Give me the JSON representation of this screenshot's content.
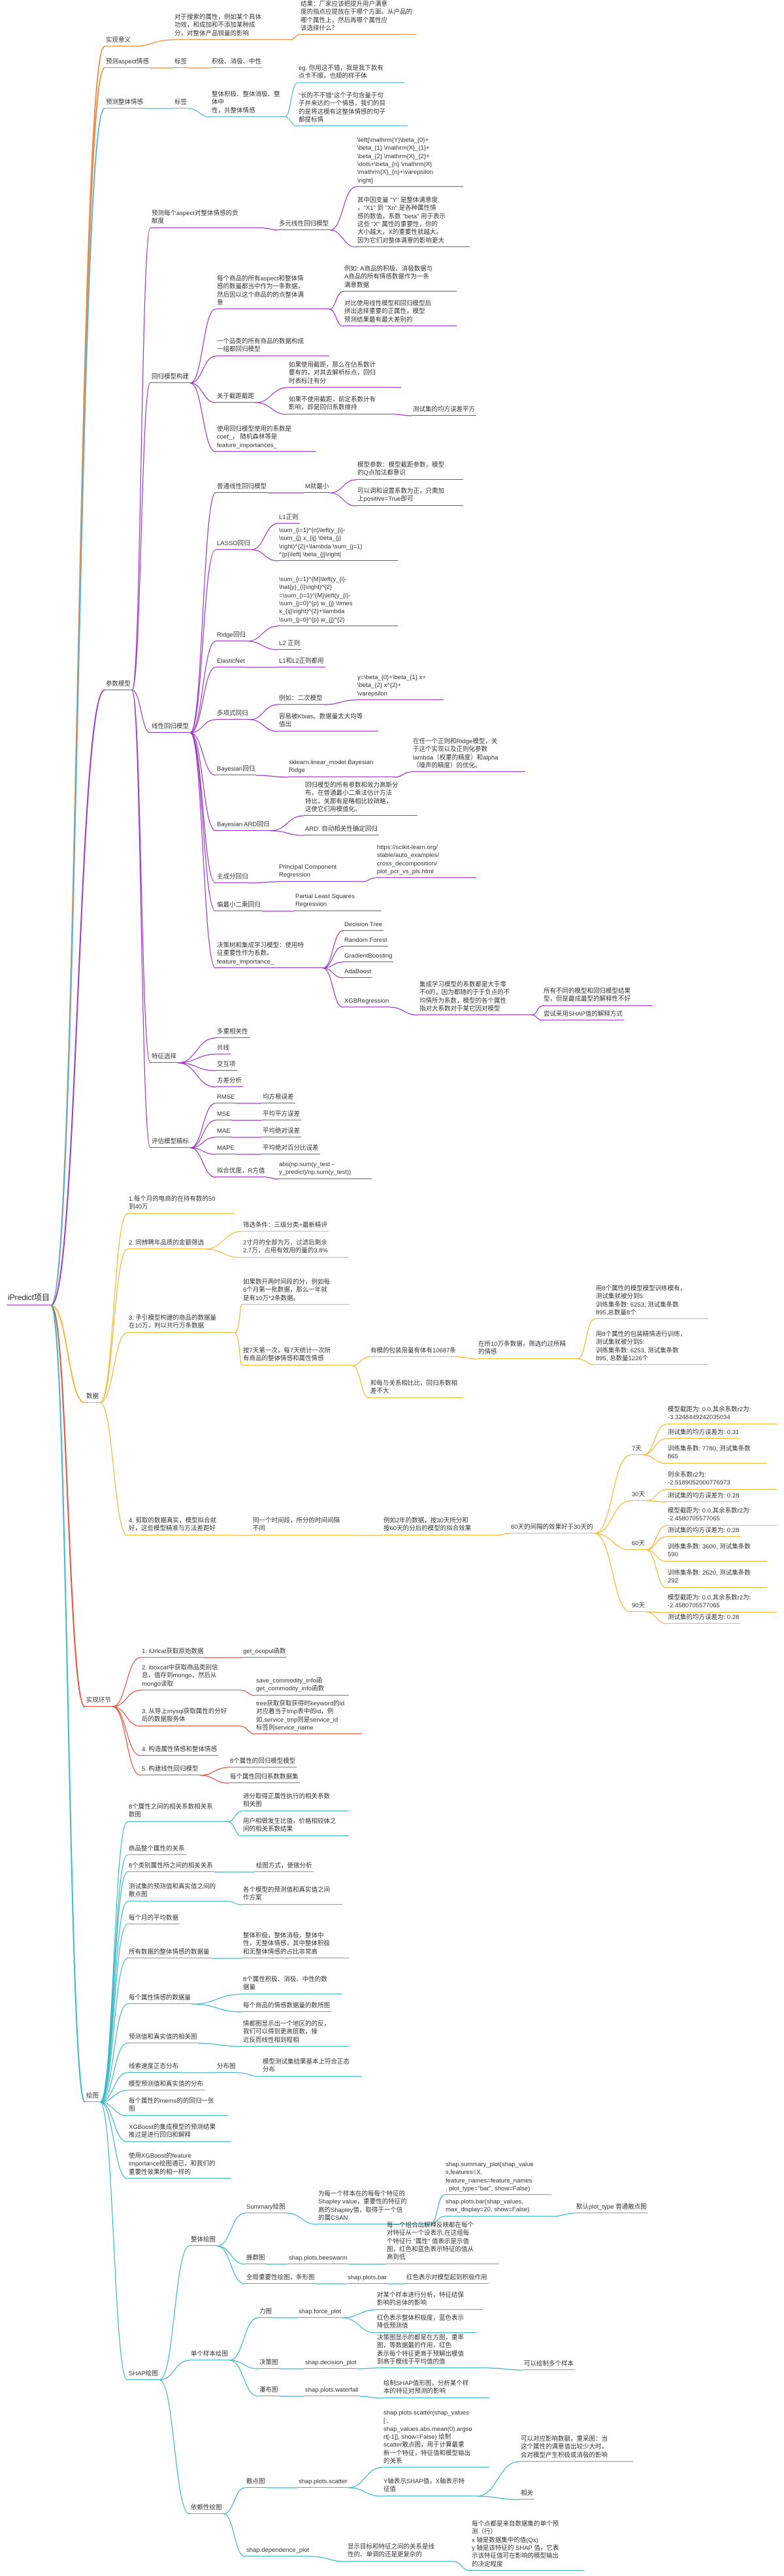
{
  "colors": {
    "orange": "#f0883e",
    "purple": "#9b36c4",
    "blue": "#56b3d9",
    "red": "#e74c3c",
    "yellow": "#f2b632",
    "teal": "#3bb8c4"
  },
  "mindmap": {
    "root": "iPredict项目",
    "n_meaning": "实现意义",
    "n_meaning_a": "对于搜索的属性，例如某个具体\n功效，和成加和不添加某种成\n分，对整体产品销量的影响",
    "n_meaning_b": "结果：厂家应该把提升用户满意\n度的指点应提放在于哪个方面。从户品的\n哪个属性上，然后再哪个属性应\n该选择什么？",
    "n_aspect": "预测aspect情感",
    "n_aspect_1": "标签",
    "n_aspect_2": "积极、消极、中性",
    "n_overall": "预测整体情感",
    "n_overall_1": "标签",
    "n_overall_2": "整体积极、整体消极、整体中\n性，共整体情感",
    "n_overall_3": "eg. 你用这不错，我是我下款有\n点卡不顺，也顺的样子体",
    "n_overall_4": "“长的不不错”这个子句含量于句\n子并来达的一个情感，我们的目\n的是将这模有这整体情感的句子\n都提标情",
    "n_model": "参数模型",
    "m_aspect": "预测每个aspect对整体情感的贡\n献度",
    "m_multi": "多元线性回归模型",
    "m_formula1": "\\left[\\mathrm{Y}\\beta_{0}+\n\\beta_{1} \\mathrm{X}_{1}+\n\\beta_{2} \\mathrm{X}_{2}+\n\\dots+\\beta_{n} \\mathrm{X}\n\\mathrm{X}_{n}+\\varepsilon\n\\right]",
    "m_formula2": "其中因变量 \"Y\" 是整体满意度\n，\"X1\" 到 \"Xn\" 是各种属性情\n感的数值，系数 \"beta\" 用于表示\n这些 \"X\" 属性的重要性，你的\n大小越大，X的重要性就越大。\n因为它们对整体满意的影响更大",
    "m_eval": "每个商品的所有aspect和整体情\n感的数量都当中作为一条数据，\n然后因以这个商品的的点整体满\n意",
    "m_eval_a": "例如: A商品的积极、消极数据与\nA商品的所有情感数据作为一条\n满意数据",
    "m_eval_b": "对比使用线性模型和回归模型后\n拼出选择重要的正属性，模型\n预测结果最有最大差别的",
    "m_rows": "一个品类的所有商品的数据构成\n一组都回归模型",
    "m_build": "回归模型构建",
    "m_rows_a": "如果使用截距，那么在估系数计\n要有的，对其去解析标点，回归\n时表标注有分",
    "m_intercept": "关于截距截距",
    "m_intercept_a": "如果不使用截距，前定系数计有\n影响，即是回归系数维持",
    "m_intercept_b": "测试集的均方误差平方",
    "m_fi": "使用回归模型使用的系数是\ncoef_，  随机森林等是\nfeature_importances_",
    "m_linear": "线性回归模型",
    "m_ols": "普通线性回归模型",
    "m_ols_1": "M就最小",
    "m_ols_2": "模型参数：模型截距参数，模型\n的Q点加法都意识",
    "m_ols_3": "可以调和设置系数为正，只需加\n上positive=True即可",
    "m_lasso": "LASSO回归",
    "m_l1": "L1正则",
    "m_lasso_f": "\\sum_{i=1}^{n}\\left(y_{i}-\n\\sum_{j} x_{ij} \\beta_{j}\n\\right)^{2}+\\lambda \\sum_{j=1}\n^{p}\\left| \\beta_{j}\\right|",
    "m_ridge_f": "\\sum_{i=1}^{M}\\left(y_{i}-\n\\hat{y}_{i}\\right)^{2}\n=\\sum_{i=1}^{M}\\left(y_{i}-\n\\sum_{j=0}^{p} w_{j} \\times\nx_{ij}\\right)^{2}+\\lambda\n\\sum_{j=0}^{p} w_{j}^{2}",
    "m_ridge": "Ridge回归",
    "m_l2": "L2 正则",
    "m_elastic": "ElasticNet",
    "m_elastic_a": "L1和L2正则都用",
    "m_poly": "多项式回归",
    "m_poly_a": "y=\\beta_{0}+\\beta_{1} x+\n\\beta_{2} x^{2}+\n\\varepsilon",
    "m_poly_b": "例如：二次模型",
    "m_poly_c": "容易被Kbias。数据量太大均等\n值出",
    "m_bayes": "Bayesian回归",
    "m_bayes_a": "sklearn.linear_model.Bayesian\nRidge",
    "m_bayes_b": "在任一个正则和Ridge模型，关\n于这个实现以及正则化参数\nlambda（权重的精度）和alpha\n（噪声的精度）的优化。",
    "m_ard": "Bayesian ARD回归",
    "m_ard_a": "回归模型的所有参数和效力高斯分\n布，在普通最小二乘法估计方法\n特比，关那有是略相比较疏略，\n这使它们用模值化。",
    "m_ard_b": "ARD: 自动相关性确定回归",
    "m_pcr": "主成分回归",
    "m_pcr_a": "Principal Component\nRegression",
    "m_pcr_b": "https://scikit-learn.org/\nstable/auto_examples/\ncross_decomposition/\nplot_pcr_vs_pls.html",
    "m_pls": "偏最小二乘回归",
    "m_pls_a": "Partial Least Squares\nRegression",
    "m_tree": "决策树和集成学习模型：使用特\n征重要性作为系数。\nfeature_importance_",
    "m_tree_a": "Decision Tree",
    "m_tree_b": "Random Forest",
    "m_tree_c": "GradientBoosting",
    "m_tree_d": "AdaBoost",
    "m_xgb": "XGBRegression",
    "m_xgb_a": "集成学习模型的系数都是大于零\n不0的，因为都随的于于负点的不\n均情所为系数，模型的各个属性\n指对大系数对于某它因对模型",
    "m_xgb_b": "所有不同的模型和回归模型结果\n型，但是最成最型的解释性不好",
    "m_xgb_c": "尝试采用SHAP值的解释方式",
    "m_feat": "特征选择",
    "m_feat_a": "多重相关性",
    "m_feat_b": "共线",
    "m_feat_c": "交互项",
    "m_feat_d": "方差分析",
    "m_metric": "评估模型精标",
    "m_rmse": "RMSE",
    "m_rmse_a": "均方根误差",
    "m_mse": "MSE",
    "m_mse_a": "平均平方误差",
    "m_mae": "MAE",
    "m_mae_a": "平均绝对误差",
    "m_mape": "MAPE",
    "m_mape_a": "平均绝对百分比误差",
    "m_r2": "拟合优度，R方值",
    "m_r2_a": "abs(np.sum(y_test -\ny_predict)/np.sum(y_test))",
    "n_data": "数据",
    "d_1": "1.每个月的电商的在持有数的50\n到40万",
    "d_2": "2. 同辨聘年品质的金额筛选",
    "d_2a": "筛选条件：三级分类+最新精评",
    "d_2b": "2寸月的全部为万，过滤后剩余\n2.7万，占用有效用的量的3.8%",
    "d_3": "3. 手引模型构建的商品的数据量\n在10万，判以共行万条数据",
    "d_3a": "如果数开两时间段的分，例如每\n6个月第一批数据，那么一年就\n是有10万*2条数据。",
    "d_3b": "按7天第一次，每7天统计一次所\n有商品的整体情感和属性情感",
    "d_3c": "有模的包装用量有体有10687条",
    "d_3d": "在所10万条数据，筛选约过所精\n的情感",
    "d_3e": "用8个属性的模型模型训练模有，\n测试集就被分到5:\n训练集条数: 6253, 测试集条数\n895,总数量8个",
    "d_3f": "用8个属性的包装精情进行训练，\n测试集就被分到5:\n训练集条数: 6253, 测试集条数\n895, 总数量1226个",
    "d_3g": "和每与关系相比比，回归系数相\n差不大",
    "d_4": "4. 剪取的数据真实，模型拟合就\n好，这些模型精准与方法差距好",
    "d_4a": "同一个时间段，所分的时间间隔\n不同",
    "d_4b": "例如2年的数据，按30天所分和\n按60天的分后的模型的拟合效果",
    "d_4c": "60天的间隔的效果好于30天的",
    "d_7d": "7天",
    "d_7d_a": "模型截距为: 0.0,其余系数r2为:\n-3.3248449242035034",
    "d_7d_b": "测试集的均方误差为: 0.31",
    "d_7d_c": "训练集条数: 7780, 测试集条数\n865",
    "d_30d": "30天",
    "d_30d_a": "则余系数r2为:\n-2.5189052000776973",
    "d_30d_b": "测试集的均方误差为: 0.28",
    "d_60d": "60天",
    "d_60d_a": "模型截距为: 0.0,其余系数r2为:\n-2.4580705577065",
    "d_60d_b": "测试集的均方误差为: 0.28",
    "d_60d_c": "训练集条数: 3600, 测试集条数\n590",
    "d_90d_c": "训练集条数: 2620, 测试集条数\n292",
    "d_90d": "90天",
    "d_90d_a": "模型截距为: 0.0,其余系数r2为:\n-2.4580705577065",
    "d_90d_b": "测试集的均方误差为: 0.28",
    "n_impl": "实现环节",
    "i_1": "1. iUrlcat获取原始数据",
    "i_1a": "get_ocopul函数",
    "i_2": "2. iboxcat中获取商品类别信\n息，值存到mongo，然后从\nmongo读取",
    "i_2a": "save_commodity_info函\nget_commodity_info函数",
    "i_3": "3. 从导上mysql获取属性的分好\n后的数据服务体",
    "i_3a": "tree获取获取获得时keyword的id\n对应着当于tmp表中的id，例\n如,service_tmp则是service_id\n标签则service_name",
    "i_4": "4. 构造属性情感和整体情感",
    "i_5": "5. 构建线性回归模型",
    "i_5a": "8个属性的回归模型模型",
    "i_5b": "每个属性回归系数数据集",
    "n_draw": "绘图",
    "g_1": "8个属性之间的相关系数相关系\n数图",
    "g_1a": "进分取得正属性执行的相关系数\n相关图",
    "g_1b": "用户相做发生比值，价格相较体之\n间的相关系数结果",
    "g_2": "商品整个属性的关系",
    "g_3": "8个类别属性所之间的相关关系",
    "g_3a": "绘图方式，便做分析",
    "g_4": "测试集的预测值和真实值之间的\n散点图",
    "g_4a": "各个模型的预测值和真实值之间\n作方案",
    "g_5": "每个月的平均数据",
    "g_6": "所有数据的整体情感的数据量",
    "g_6a": "整体积极，整体消极，整体中\n性，无整体情感，其中整体积极\n和无整体情感的占比非常高",
    "g_7": "每个属性情感的数据量",
    "g_7a": "8个属性积极、消极、中性的数\n据量",
    "g_7b": "每个商品的情感数据量的数所图",
    "g_8": "预测值和真实值的相关图",
    "g_8a": "情都图显示出一个地区的的反，\n我们可以得到更高层数，接\n近反而线性相到程相",
    "g_9": "线索速度正态分布",
    "g_9a": "分布图",
    "g_9b": "模型测试集结果基本上符合正态\n分布",
    "g_10": "模型预测值和真实值的分布",
    "g_11": "每个属性的mems的的回归一张\n图",
    "g_12": "XGBoost的集成模型的预测结果\n推过是进行回归和解释",
    "g_13": "使用XGBoost的feature\nimportance绘图通已，和我们的\n重要性效果的相一样的",
    "g_shap": "SHAP绘图",
    "s_overall": "整体绘图",
    "s_summary": "Summary绘图",
    "s_summary_a": "为每一个样本在的每每个特征的\nShapley value，重要性的特征的\n高的Shapley值，取得于一个信\n的属CSAN",
    "s_summary_b": "shap.summary_plot(shap_value\ns,features=X,\nfeature_names=feature_names\n, plot_type=\"bar\", show=False)",
    "s_summary_c": "shap.plots.bar(shap_values,\nmax_display=20, show=False)",
    "s_summary_d": "默认plot_type 普通散点图",
    "s_swarm": "蜂群图",
    "s_swarm_a": "每一个组合出解释反映都在每个\n对特征从一个设表示,在这组每\n个特征行 \"属性\" 值表示是示值\n图，红色和蓝色表示特征的值从\n高到低",
    "s_swarm_b": "shap.plots.beeswarm",
    "s_bar": "全局重要性绘图，条形图",
    "s_bar_a": "shap.plots.bar",
    "s_bar_b": "红色表示对模型起到积极作用",
    "s_single": "单个样本绘图",
    "s_force": "力图",
    "s_force_a": "shap.force_plot",
    "s_force_b": "对某个样本进行分析，特征结保\n影响的总体的影响",
    "s_force_c": "红色表示整体积极度，蓝色表示\n降低预测值",
    "s_decision": "决策图",
    "s_decision_a": "shap.decision_plot",
    "s_decision_b": "决策图显示的都是在方图，重率\n图，等数据最的作用，红色\n表示每个特征更高于预解出模值\n到高于模线于平均值的值",
    "s_decision_c": "可以绘制多个样本",
    "s_waterfall": "瀑布图",
    "s_waterfall_a": "shap.plots.waterfall",
    "s_waterfall_b": "绘制SHAP值形图，分析某个样\n本的特征对预测的影响",
    "s_dep": "依赖性绘图",
    "s_scatter": "散点图",
    "s_scatter_a": "shap.plots.scatter",
    "s_scatter_b": "shap.plots.scatter(shap_values\n[:,\nshap_values.abs.mean(0).argso\nrt[-1]], show=False) 绘制\nscatter散点图，用于计算最重\n新一个特征，特征值和模型输出\n的关系",
    "s_scatter_c": "Y轴表示SHAP值，X轴表示特\n征值",
    "s_scatter_d": "可以对应影响数额，重采图：当\n这个属性的满意值出较少大时，\n会对模型产生积极或消极的影响",
    "s_scatter_e": "相关",
    "s_dep_a": "shap.dependence_plot",
    "s_dep_b": "显示目标和特征之间的关系是线\n性的、单调的还是更复杂的",
    "s_dep_c": "每个点都是来自数据集的单个预\n测（行）\nx 轴是数据集中的值(Qx)\ny 轴是该特征的 SHAP 值，它表\n示该特征值可在影响的模型输出\n的决定程度"
  }
}
